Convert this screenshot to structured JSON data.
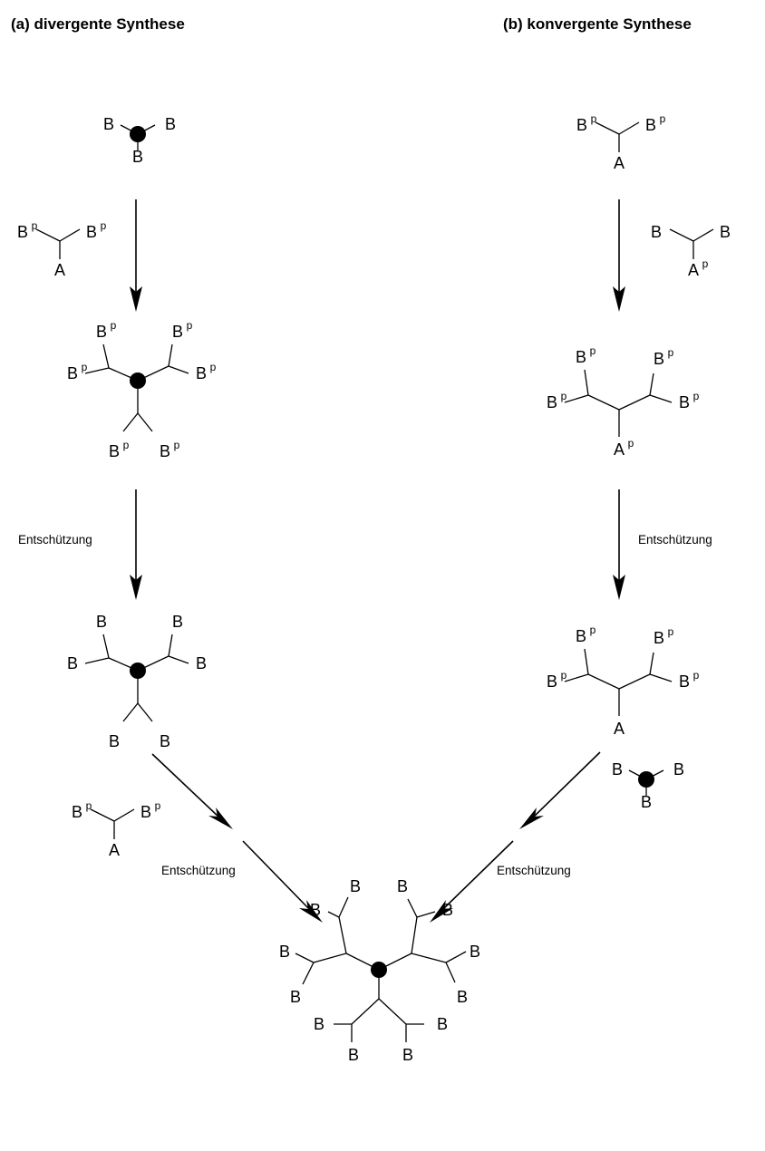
{
  "headers": {
    "left": "(a) divergente Synthese",
    "right": "(b) konvergente Synthese"
  },
  "labels": {
    "B": "B",
    "A": "A",
    "protect": "p"
  },
  "reagents": {
    "deprotection": "Entschützung"
  },
  "colors": {
    "ink": "#000000",
    "background": "#ffffff"
  }
}
